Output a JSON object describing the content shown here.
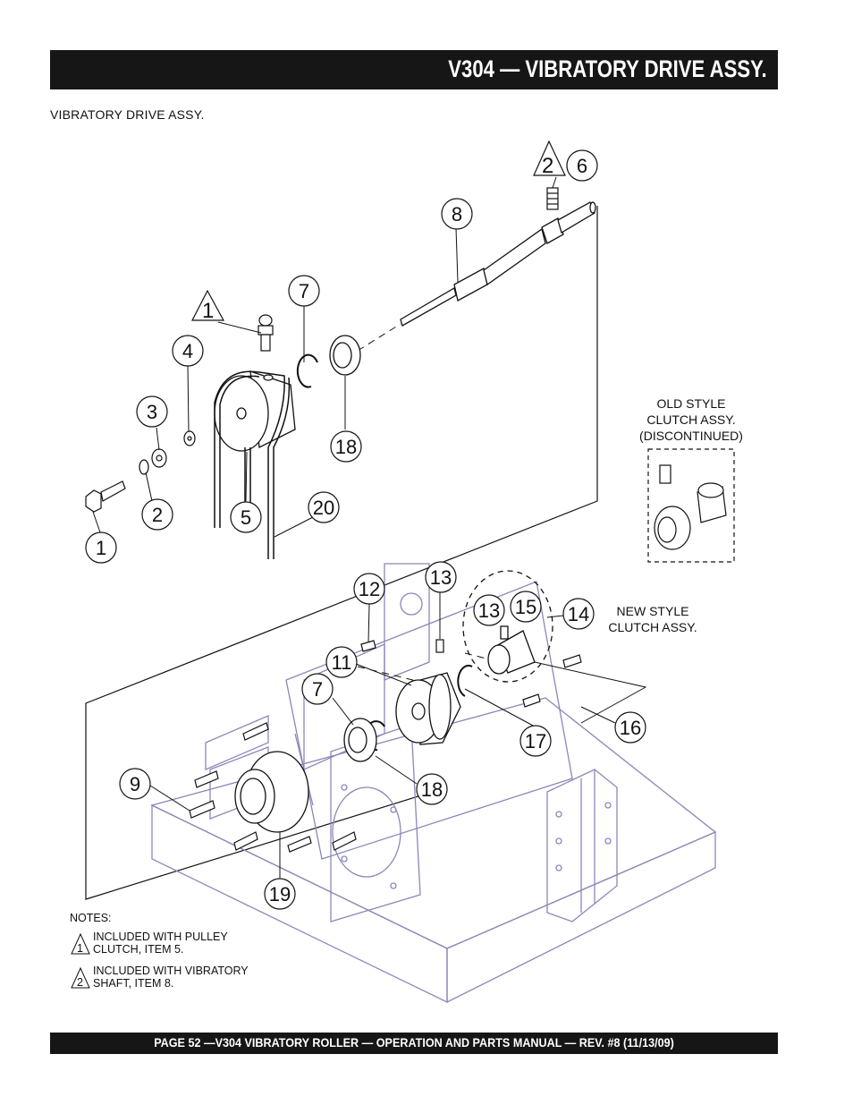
{
  "header": {
    "title": "V304 — VIBRATORY DRIVE ASSY."
  },
  "subtitle": "VIBRATORY DRIVE ASSY.",
  "callouts": {
    "c1": "1",
    "c2": "2",
    "c3": "3",
    "c4": "4",
    "c5": "5",
    "c6": "6",
    "c7a": "7",
    "c7b": "7",
    "c8": "8",
    "c9": "9",
    "c11": "11",
    "c12": "12",
    "c13a": "13",
    "c13b": "13",
    "c14": "14",
    "c15": "15",
    "c16": "16",
    "c17": "17",
    "c18a": "18",
    "c18b": "18",
    "c19": "19",
    "c20": "20"
  },
  "triangles": {
    "t1": "1",
    "t2": "2"
  },
  "old_style": {
    "line1": "OLD STYLE",
    "line2": "CLUTCH ASSY.",
    "line3": "(DISCONTINUED)"
  },
  "new_style": {
    "line1": "NEW STYLE",
    "line2": "CLUTCH ASSY."
  },
  "notes": {
    "heading": "NOTES:",
    "note1": {
      "marker": "1",
      "line1": "INCLUDED WITH PULLEY",
      "line2": "CLUTCH, ITEM  5."
    },
    "note2": {
      "marker": "2",
      "line1": "INCLUDED WITH VIBRATORY",
      "line2": "SHAFT, ITEM  8."
    }
  },
  "footer": {
    "text": "PAGE 52 —V304  VIBRATORY ROLLER  — OPERATION AND PARTS MANUAL — REV. #8 (11/13/09)"
  },
  "colors": {
    "bar": "#161616",
    "frame": "#8a88b8",
    "ink": "#111111"
  }
}
